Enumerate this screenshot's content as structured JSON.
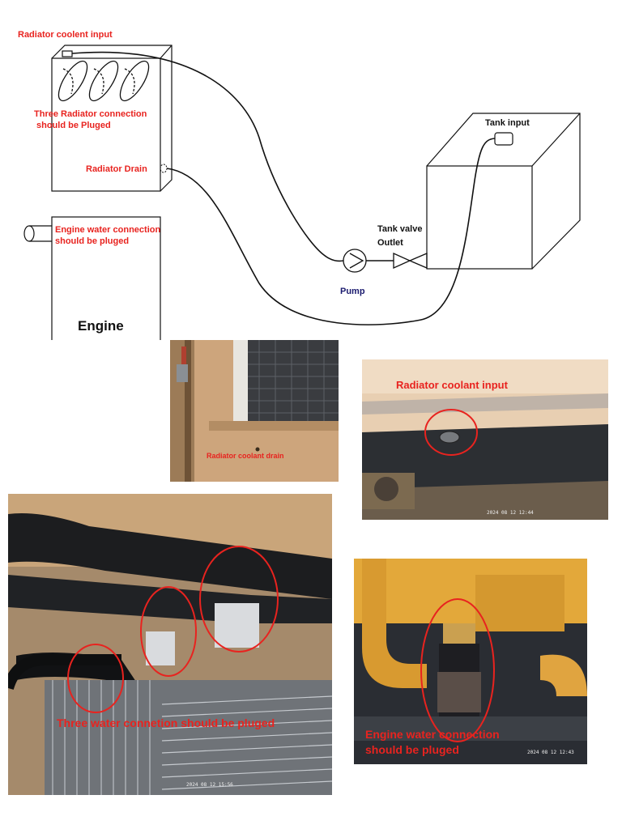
{
  "diagram": {
    "radiator_coolant_input": "Radiator coolent input",
    "three_radiator_connection": [
      "Three Radiator connection",
      "should be Pluged"
    ],
    "radiator_drain": "Radiator Drain",
    "engine_water_connection": [
      "Engine water connection",
      "should be pluged"
    ],
    "engine": "Engine",
    "tank_input": "Tank input",
    "tank_valve_outlet": [
      "Tank valve",
      "Outlet"
    ],
    "pump": "Pump"
  },
  "photos": {
    "drain": {
      "caption": "Radiator coolant drain"
    },
    "coolant_input": {
      "caption": "Radiator coolant input",
      "timestamp": "2024 08 12 12:44"
    },
    "three_connections": {
      "caption": "Three water connetion should be pluged",
      "timestamp": "2024 08 12 15:56"
    },
    "engine_connection": {
      "caption": [
        "Engine water connection",
        "should be pluged"
      ],
      "timestamp": "2024 08 12 12:43"
    }
  },
  "colors": {
    "annotation_red": "#e8231f",
    "pump_label": "#1a1a6e",
    "machine_yellow": "#e3a83a",
    "wall_tan": "#c9a57a"
  }
}
